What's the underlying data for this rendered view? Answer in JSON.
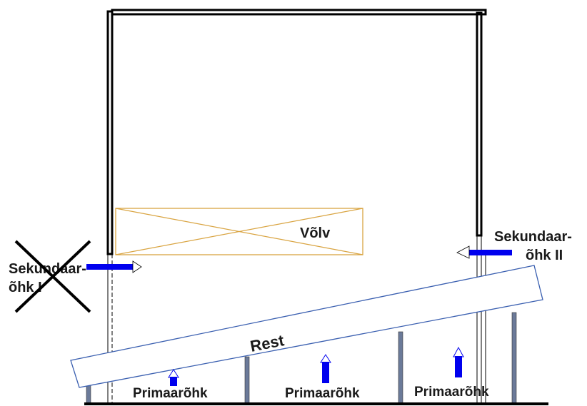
{
  "labels": {
    "volv": "Võlv",
    "rest": "Rest",
    "secondary_left_line1": "Sekundaar-",
    "secondary_left_line2": "õhk I",
    "secondary_right_line1": "Sekundaar-",
    "secondary_right_line2": "õhk II",
    "primary_1": "Primaarõhk",
    "primary_2": "Primaarõhk",
    "primary_3": "Primaarõhk"
  },
  "colors": {
    "wall": "#000000",
    "vault_outline": "#d9a441",
    "grate_outline": "#3a5fb0",
    "arrow_fill": "#0000ee",
    "support": "#6b7a99",
    "cross": "#000000"
  },
  "icons": {
    "secondary_air_arrow": "arrow-right",
    "primary_air_arrow": "arrow-up",
    "disabled_mark": "x-cross"
  }
}
